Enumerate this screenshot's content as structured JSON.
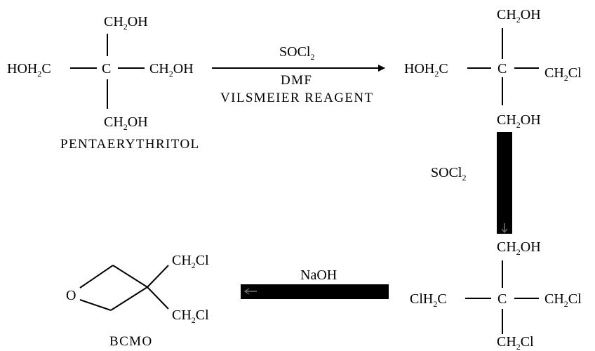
{
  "diagram": {
    "pentaerythritol": {
      "top": {
        "main": "CH",
        "sub": "2",
        "rest": "OH"
      },
      "left": {
        "main": "HOH",
        "sub": "2",
        "rest": "C"
      },
      "center": "C",
      "right": {
        "main": "CH",
        "sub": "2",
        "rest": "OH"
      },
      "bottom": {
        "main": "CH",
        "sub": "2",
        "rest": "OH"
      },
      "caption": "PENTAERYTHRITOL"
    },
    "step1": {
      "reagent": {
        "main": "SOCl",
        "sub": "2"
      },
      "solvent": "DMF",
      "note": "VILSMEIER REAGENT"
    },
    "monochloro": {
      "top": {
        "main": "CH",
        "sub": "2",
        "rest": "OH"
      },
      "left": {
        "main": "HOH",
        "sub": "2",
        "rest": "C"
      },
      "center": "C",
      "right": {
        "main": "CH",
        "sub": "2",
        "rest": "Cl"
      },
      "bottom": {
        "main": "CH",
        "sub": "2",
        "rest": "OH"
      }
    },
    "step2": {
      "reagent": {
        "main": "SOCl",
        "sub": "2"
      }
    },
    "trichloro": {
      "top": {
        "main": "CH",
        "sub": "2",
        "rest": "OH"
      },
      "left": {
        "main": "ClH",
        "sub": "2",
        "rest": "C"
      },
      "center": "C",
      "right": {
        "main": "CH",
        "sub": "2",
        "rest": "Cl"
      },
      "bottom": {
        "main": "CH",
        "sub": "2",
        "rest": "Cl"
      }
    },
    "step3": {
      "reagent": "NaOH"
    },
    "bcmo": {
      "ring_atom": "O",
      "top_sub": {
        "main": "CH",
        "sub": "2",
        "rest": "Cl"
      },
      "bottom_sub": {
        "main": "CH",
        "sub": "2",
        "rest": "Cl"
      },
      "caption": "BCMO"
    }
  }
}
